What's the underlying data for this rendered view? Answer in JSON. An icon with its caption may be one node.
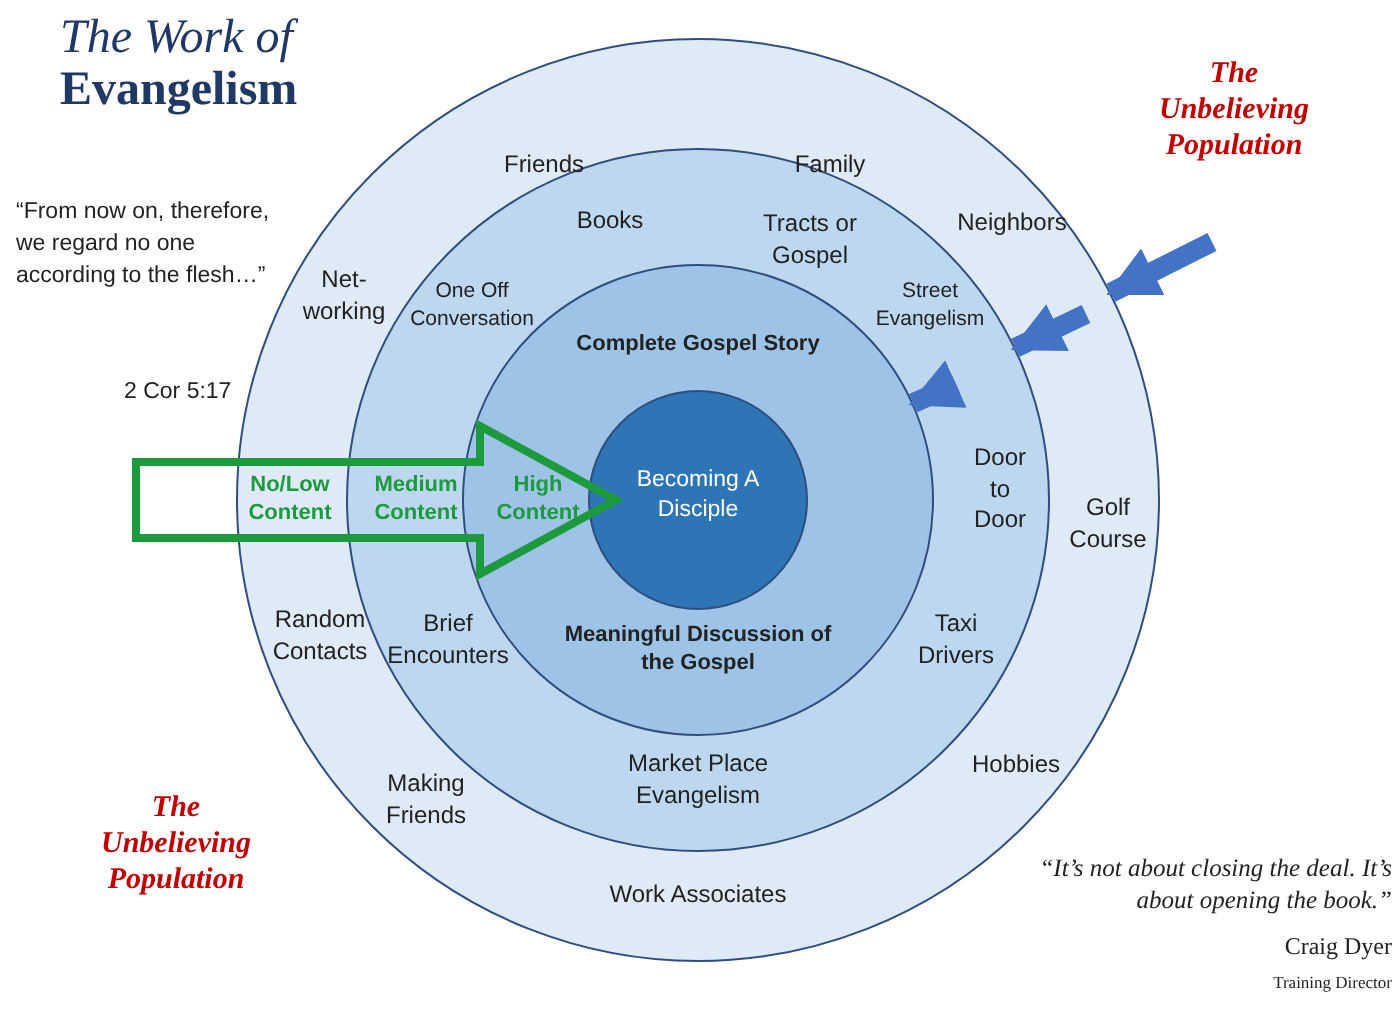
{
  "diagram": {
    "title": "*The Work of* **Evangelism**",
    "nodes": [
      {
        "text": [],
        "shape": "circle"
      },
      {
        "text": [],
        "shape": "circle",
        "in": 0
      },
      {
        "text": [
          "Complete Gospel Story",
          "Meaningful Discussion of the Gospel"
        ],
        "in": 1
      },
      {
        "text": [
          "Becoming A Disciple"
        ],
        "in": 2
      },
      {
        "text": [
          "No/Low Content",
          "Medium Content",
          "High Content"
        ]
      }
    ],
    "edges": [
      {
        "from": null,
        "to": 0,
        "arrow": "to"
      },
      {
        "from": null,
        "to": 1,
        "arrow": "to"
      },
      {
        "from": null,
        "to": 2,
        "arrow": "to"
      }
    ],
    "labels": [
      "The Unbelieving Population",
      "“From now on, therefore, we regard no one according to the flesh…”",
      "2 Cor 5:17",
      "Friends",
      "Family",
      "Books",
      "Tracts or Gospel",
      "Neighbors",
      "Net- working",
      "One Off Conversation",
      "Street Evangelism",
      "Door to Door",
      "Golf Course",
      "Random Contacts",
      "Brief Encounters",
      "Taxi Drivers",
      "Market Place Evangelism",
      "Hobbies",
      "Making Friends",
      "The Unbelieving Population",
      "Work Associates",
      "“It’s not about closing the deal. It’s about opening the book.”",
      "Craig Dyer",
      "Training Director"
    ]
  }
}
